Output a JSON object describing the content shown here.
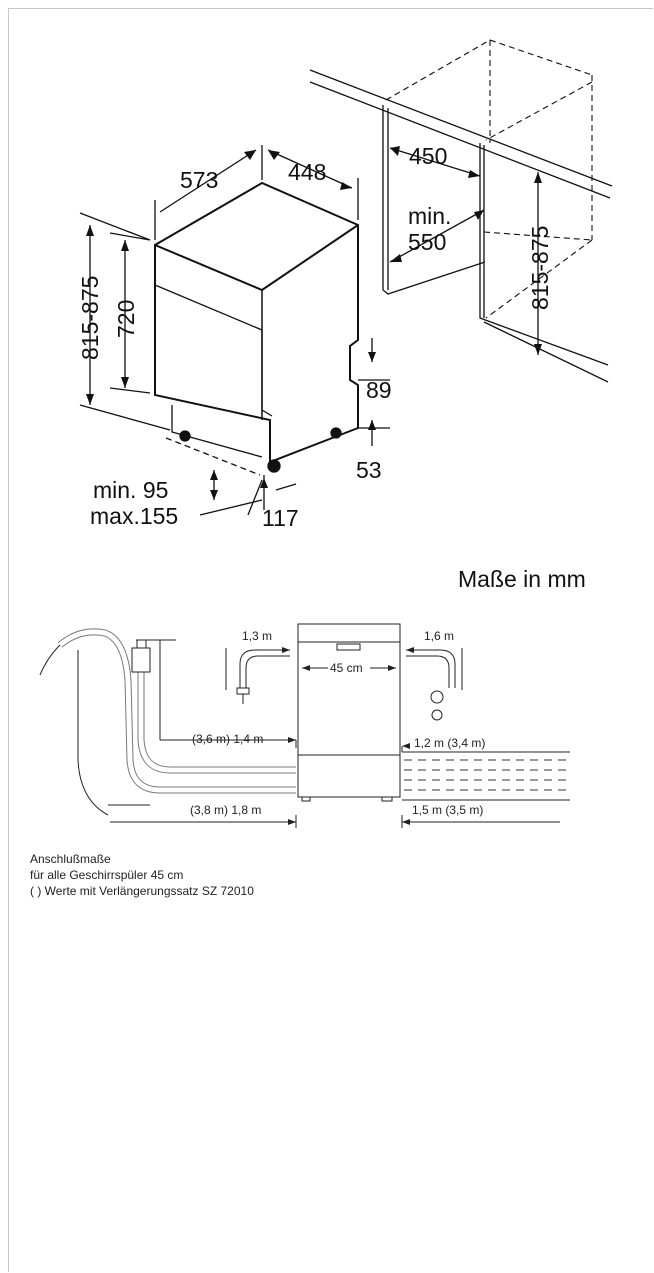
{
  "top_drawing": {
    "dims": {
      "width_depth": "573",
      "width_front": "448",
      "niche_width": "450",
      "niche_depth_label": "min.",
      "niche_depth_value": "550",
      "niche_height": "815-875",
      "height_total": "815-875",
      "height_body": "720",
      "plinth_89": "89",
      "plinth_53": "53",
      "plinth_min_label": "min. 95",
      "plinth_max_label": "max.155",
      "plinth_117": "117"
    },
    "units_label": "Maße in mm"
  },
  "connection_drawing": {
    "left_top_length": "1,3 m",
    "right_top_length": "1,6 m",
    "width": "45 cm",
    "left_mid_length": "(3,6 m) 1,4 m",
    "right_mid_length": "1,2 m (3,4 m)",
    "left_bottom_length": "(3,8 m) 1,8 m",
    "right_bottom_length": "1,5 m (3,5 m)"
  },
  "caption": {
    "line1": "Anschlußmaße",
    "line2": "für alle Geschirrspüler 45 cm",
    "line3": "( ) Werte mit Verlängerungssatz SZ 72010"
  }
}
